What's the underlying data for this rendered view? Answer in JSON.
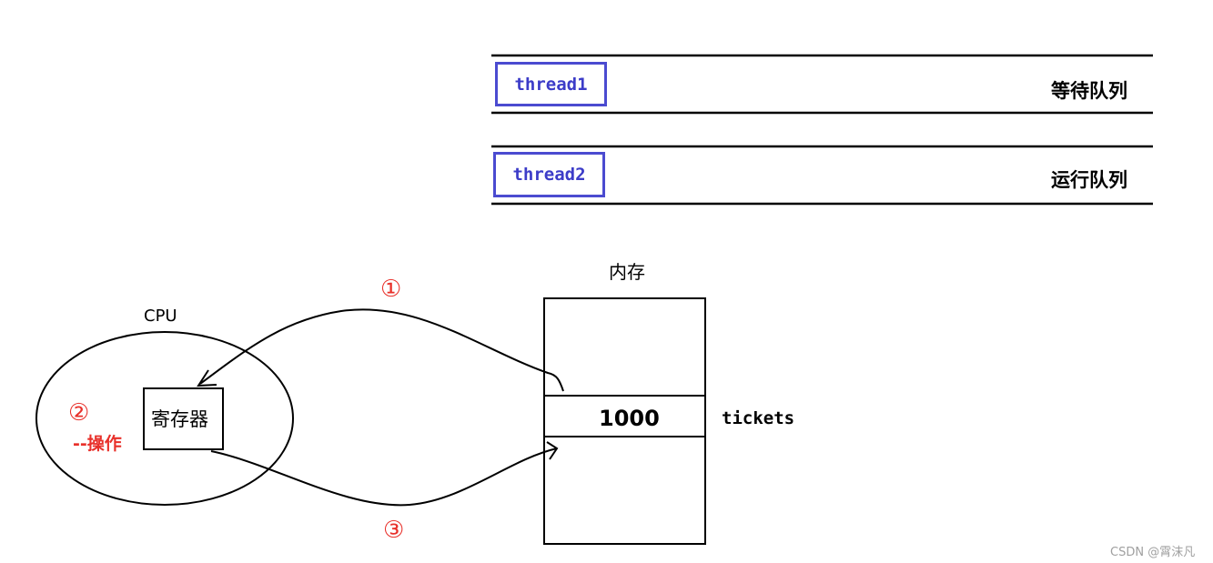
{
  "queues": {
    "wait": {
      "thread": "thread1",
      "label": "等待队列"
    },
    "run": {
      "thread": "thread2",
      "label": "运行队列"
    }
  },
  "cpu": {
    "title": "CPU",
    "register": "寄存器",
    "step_mark": "②",
    "operation": "--操作"
  },
  "memory": {
    "title": "内存",
    "value": "1000",
    "var_name": "tickets"
  },
  "arrows": {
    "load_mark": "①",
    "store_mark": "③"
  },
  "watermark": "CSDN @霄沫凡",
  "colors": {
    "thread_border": "#4b4bd0",
    "thread_text": "#3c3cc8",
    "step_marks": "#e8302a",
    "lines": "#000000"
  }
}
